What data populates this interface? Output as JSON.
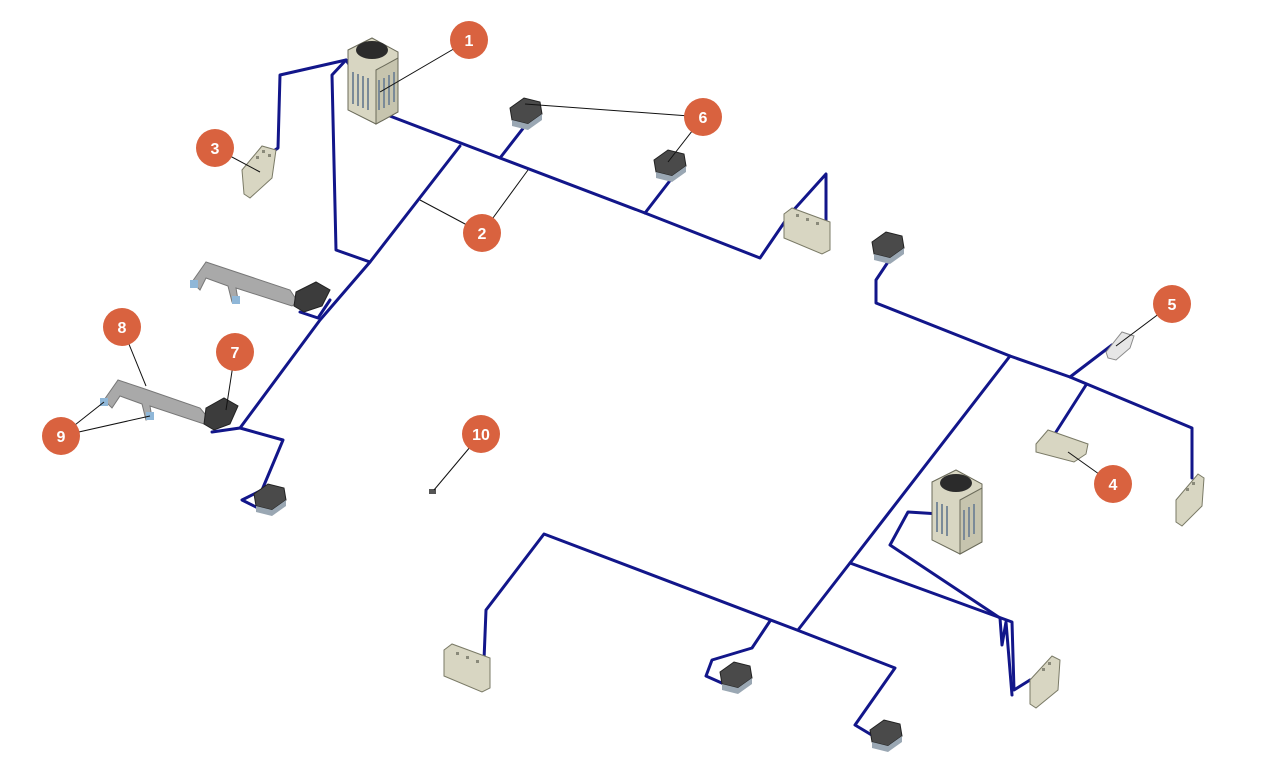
{
  "colors": {
    "pipe": "#12168a",
    "callout_fill": "#d9623f",
    "callout_text": "#ffffff",
    "leader": "#111111",
    "unit_body": "#d8d6c2",
    "unit_dark": "#4a4a4a",
    "duct": "#a9a9a9"
  },
  "callouts": [
    {
      "id": "c1",
      "label": "1"
    },
    {
      "id": "c2",
      "label": "2"
    },
    {
      "id": "c3",
      "label": "3"
    },
    {
      "id": "c4",
      "label": "4"
    },
    {
      "id": "c5",
      "label": "5"
    },
    {
      "id": "c6",
      "label": "6"
    },
    {
      "id": "c7",
      "label": "7"
    },
    {
      "id": "c8",
      "label": "8"
    },
    {
      "id": "c9",
      "label": "9"
    },
    {
      "id": "c10",
      "label": "10"
    }
  ]
}
